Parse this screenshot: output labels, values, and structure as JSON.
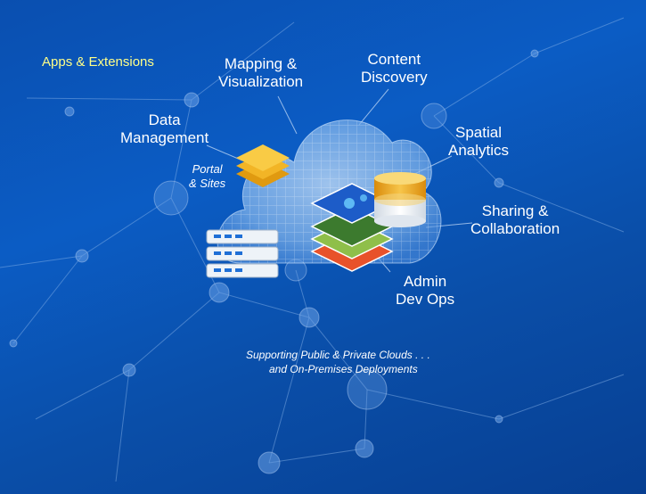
{
  "labels": {
    "apps": "Apps & Extensions",
    "mapping": [
      "Mapping &",
      "Visualization"
    ],
    "content": [
      "Content",
      "Discovery"
    ],
    "data": [
      "Data",
      "Management"
    ],
    "spatial": [
      "Spatial",
      "Analytics"
    ],
    "portal": [
      "Portal",
      "& Sites"
    ],
    "sharing": [
      "Sharing &",
      "Collaboration"
    ],
    "admin": [
      "Admin",
      "Dev Ops"
    ]
  },
  "caption": {
    "line1": "Supporting Public & Private Clouds . . .",
    "line2": "and On-Premises Deployments"
  },
  "colors": {
    "background": "#0b5cc4",
    "apps_label": "#ffff88",
    "layers_yellow": "#f5b82a",
    "cylinder_gold": "#f0a81e"
  }
}
